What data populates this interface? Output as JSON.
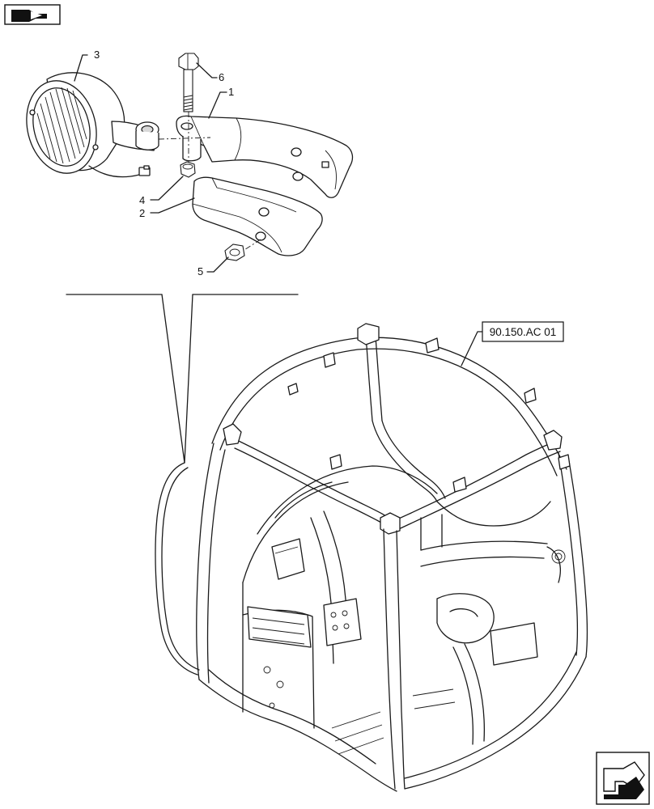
{
  "callouts": [
    {
      "id": "1",
      "label": "1"
    },
    {
      "id": "2",
      "label": "2"
    },
    {
      "id": "3",
      "label": "3"
    },
    {
      "id": "4",
      "label": "4"
    },
    {
      "id": "5",
      "label": "5"
    },
    {
      "id": "6",
      "label": "6"
    }
  ],
  "reference": {
    "label": "90.150.AC 01"
  },
  "icons": {
    "top_left": "book-arrow-icon",
    "bottom_right": "next-page-arrow-icon"
  }
}
